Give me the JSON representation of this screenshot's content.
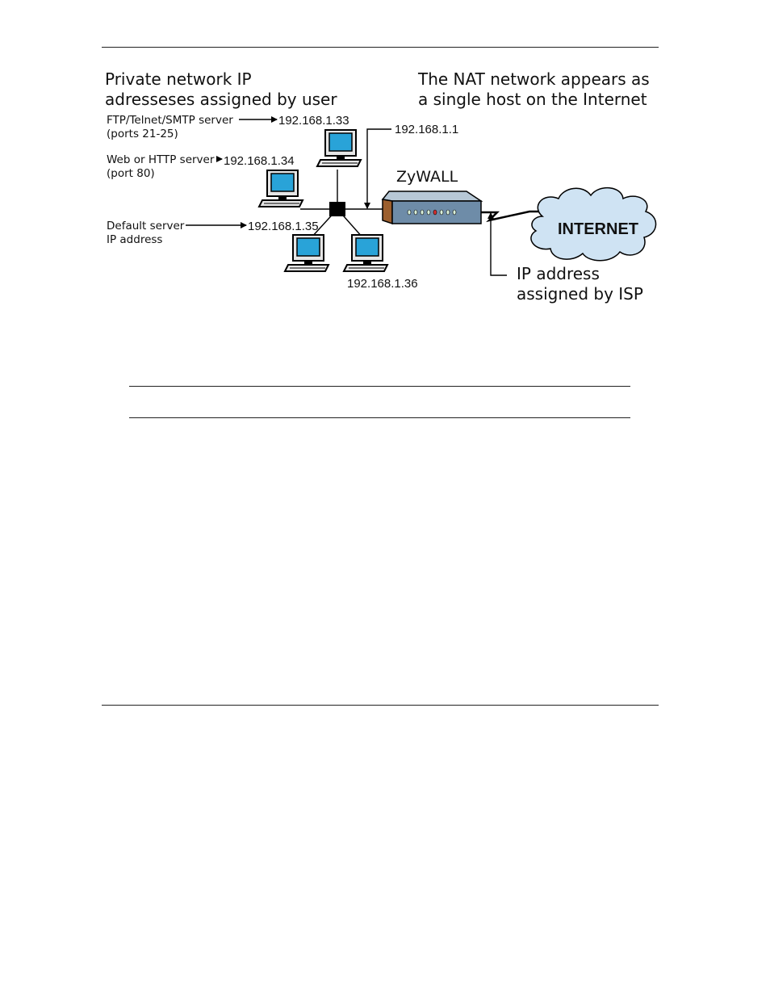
{
  "diagram": {
    "heading_left": [
      "Private network IP",
      "adresseses assigned by user"
    ],
    "heading_right": [
      "The NAT network appears as",
      "a single host on the Internet"
    ],
    "server_labels": {
      "ftp": [
        "FTP/Telnet/SMTP server",
        "(ports 21-25)"
      ],
      "web": [
        "Web or HTTP server",
        "(port 80)"
      ],
      "default": [
        "Default server",
        "IP address"
      ]
    },
    "ips": {
      "ftp": "192.168.1.33",
      "web": "192.168.1.34",
      "default": "192.168.1.35",
      "other": "192.168.1.36",
      "router": "192.168.1.1"
    },
    "router_label": "ZyWALL",
    "cloud_label": "INTERNET",
    "isp_label": [
      "IP address",
      "assigned by ISP"
    ],
    "colors": {
      "screen": "#29a3d8",
      "router_front": "#6e8ca8",
      "router_top": "#b7c8d6",
      "router_side": "#9c5f2e",
      "cloud": "#cfe3f3",
      "led_red": "#d93030"
    }
  }
}
